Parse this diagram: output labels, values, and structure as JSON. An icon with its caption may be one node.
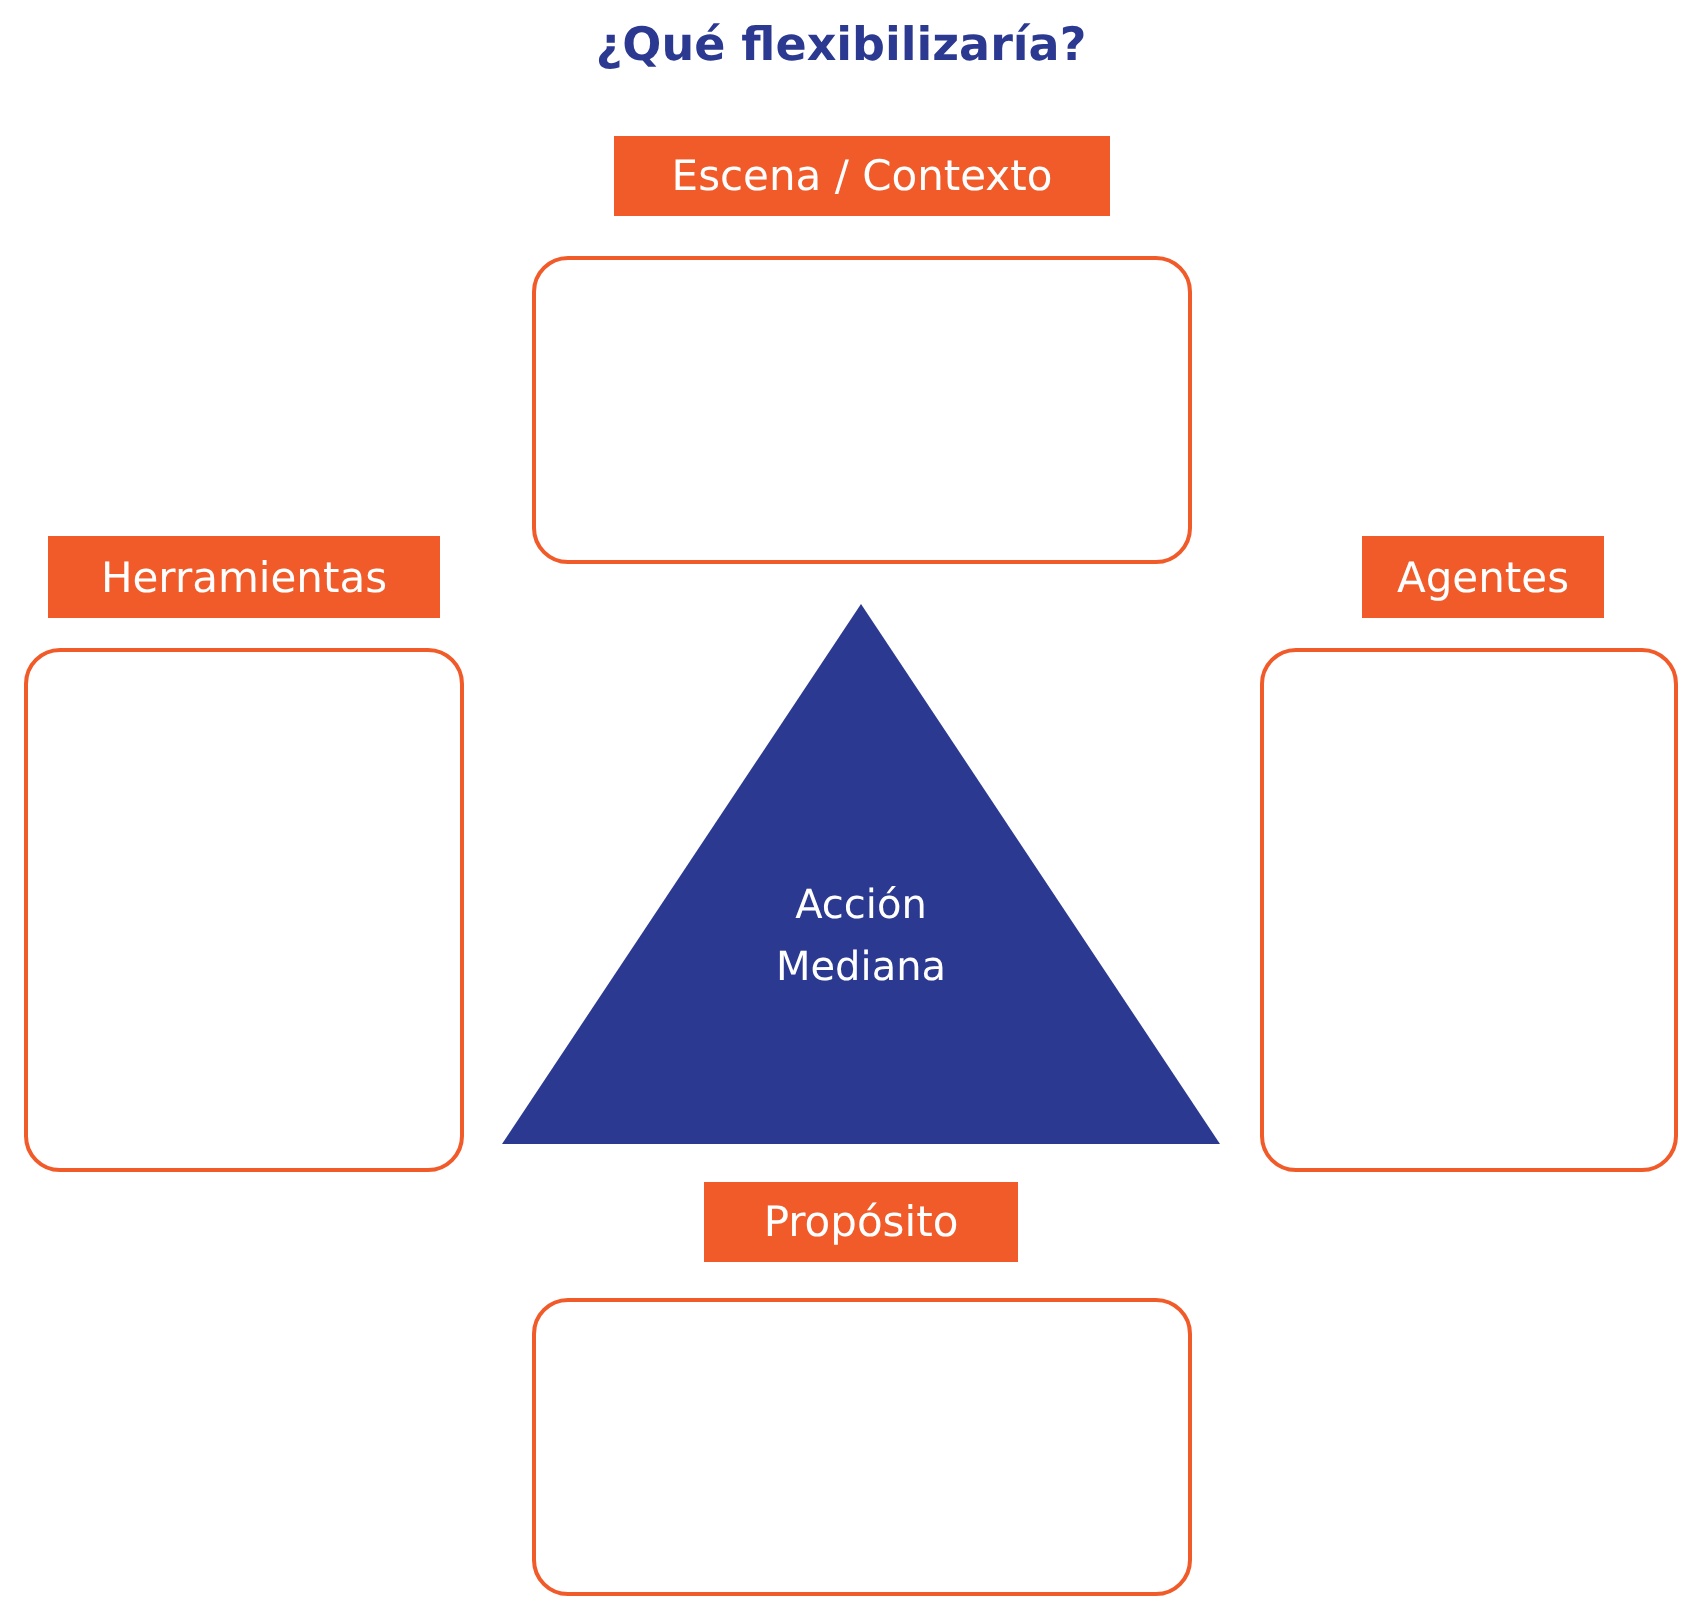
{
  "diagram": {
    "title": "¿Qué flexibilizaría?",
    "nodes": [
      {
        "text": [
          "Escena / Contexto"
        ]
      },
      {
        "text": [
          "Herramientas"
        ]
      },
      {
        "text": [
          "Agentes"
        ]
      },
      {
        "text": [
          "Acción Mediana"
        ]
      },
      {
        "text": [
          "Propósito"
        ]
      }
    ],
    "edges": []
  }
}
